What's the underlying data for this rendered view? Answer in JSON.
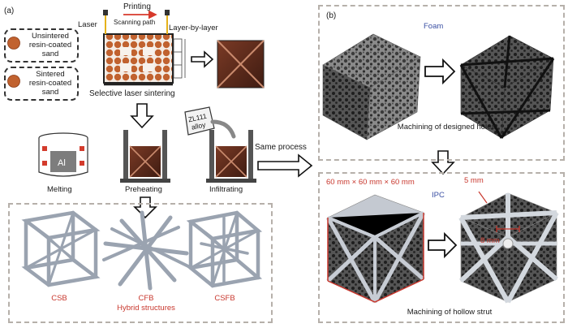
{
  "panel_a": {
    "tag": "(a)",
    "legend": {
      "unsintered": "Unsintered resin-coated sand",
      "unsintered_lines": [
        "Unsintered",
        "resin-coated",
        "sand"
      ],
      "sintered_lines": [
        "Sintered",
        "resin-coated",
        "sand"
      ]
    },
    "printing": {
      "printing": "Printing",
      "laser": "Laser",
      "scanning_path": "Scanning path",
      "layer_by_layer": "Layer-by-layer",
      "caption": "Selective laser sintering"
    },
    "steps": {
      "melting_caption": "Melting",
      "melting_metal": "Al",
      "preheating_caption": "Preheating",
      "infiltrating_caption": "Infiltrating",
      "alloy_lines": [
        "ZL111",
        "alloy"
      ]
    },
    "hybrid": {
      "csb": "CSB",
      "cfb": "CFB",
      "csfb": "CSFB",
      "caption": "Hybrid structures"
    }
  },
  "same_process": "Same process",
  "panel_b": {
    "tag": "(b)",
    "foam_label": "Foam",
    "holes_caption": "Machining of designed holes",
    "dimension": "60 mm × 60 mm × 60 mm",
    "ipc_label": "IPC",
    "dim_5mm": "5 mm",
    "dim_8mm": "8 mm",
    "strut_caption": "Machining of hollow strut"
  },
  "colors": {
    "accent_red": "#c8372d",
    "label_blue": "#3a4fa3",
    "sand_orange": "#c1622f",
    "casting_brown": "#5a2a1d"
  }
}
